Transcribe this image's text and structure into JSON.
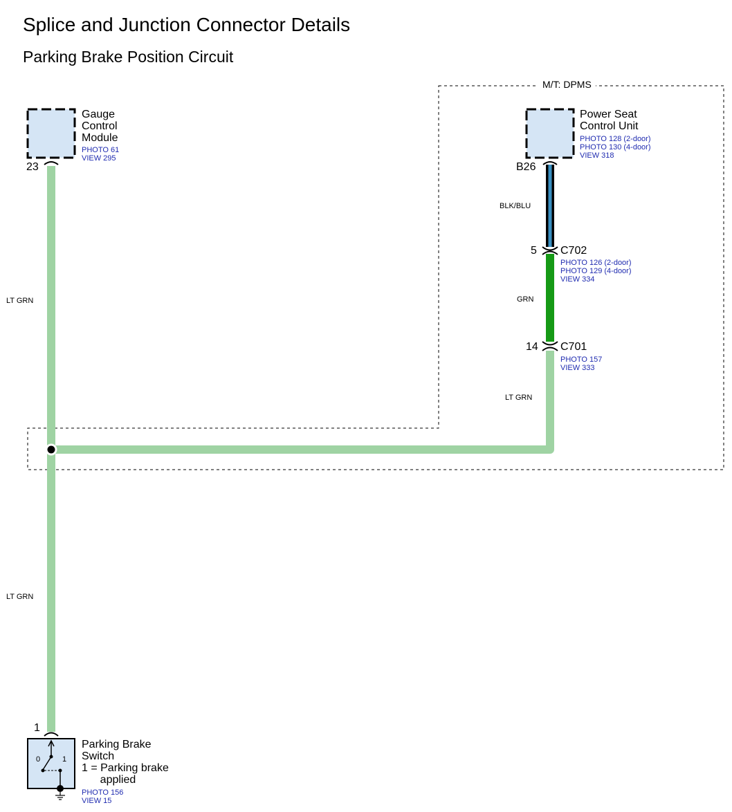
{
  "header": {
    "title": "Splice and Junction Connector Details",
    "subtitle": "Parking Brake Position Circuit"
  },
  "region_label": "M/T: DPMS",
  "components": {
    "gauge": {
      "name_lines": [
        "Gauge",
        "Control",
        "Module"
      ],
      "refs": [
        "PHOTO 61",
        "VIEW 295"
      ],
      "pin": "23"
    },
    "power_seat": {
      "name_lines": [
        "Power Seat",
        "Control Unit"
      ],
      "refs": [
        "PHOTO 128 (2-door)",
        "PHOTO 130 (4-door)",
        "VIEW 318"
      ],
      "pin": "B26"
    },
    "park_switch": {
      "name_lines": [
        "Parking Brake",
        "Switch",
        "1 = Parking brake",
        "      applied"
      ],
      "refs": [
        "PHOTO 156",
        "VIEW 15"
      ],
      "pin": "1",
      "switch_pos_0": "0",
      "switch_pos_1": "1"
    }
  },
  "connectors": {
    "c702": {
      "name": "C702",
      "pin": "5",
      "refs": [
        "PHOTO 126 (2-door)",
        "PHOTO 129 (4-door)",
        "VIEW 334"
      ]
    },
    "c701": {
      "name": "C701",
      "pin": "14",
      "refs": [
        "PHOTO 157",
        "VIEW 333"
      ]
    }
  },
  "wires": {
    "gauge_top": "LT GRN",
    "gauge_bottom": "LT GRN",
    "seat_blk": "BLK/BLU",
    "seat_grn": "GRN",
    "seat_ltgrn": "LT GRN"
  },
  "colors": {
    "lt_grn": "#9fd3a3",
    "grn": "#169a16",
    "blk_blu_outer": "#000000",
    "blk_blu_inner": "#3a8fc1",
    "component_fill": "#d5e5f5",
    "ref_text": "#1f2bb0"
  }
}
